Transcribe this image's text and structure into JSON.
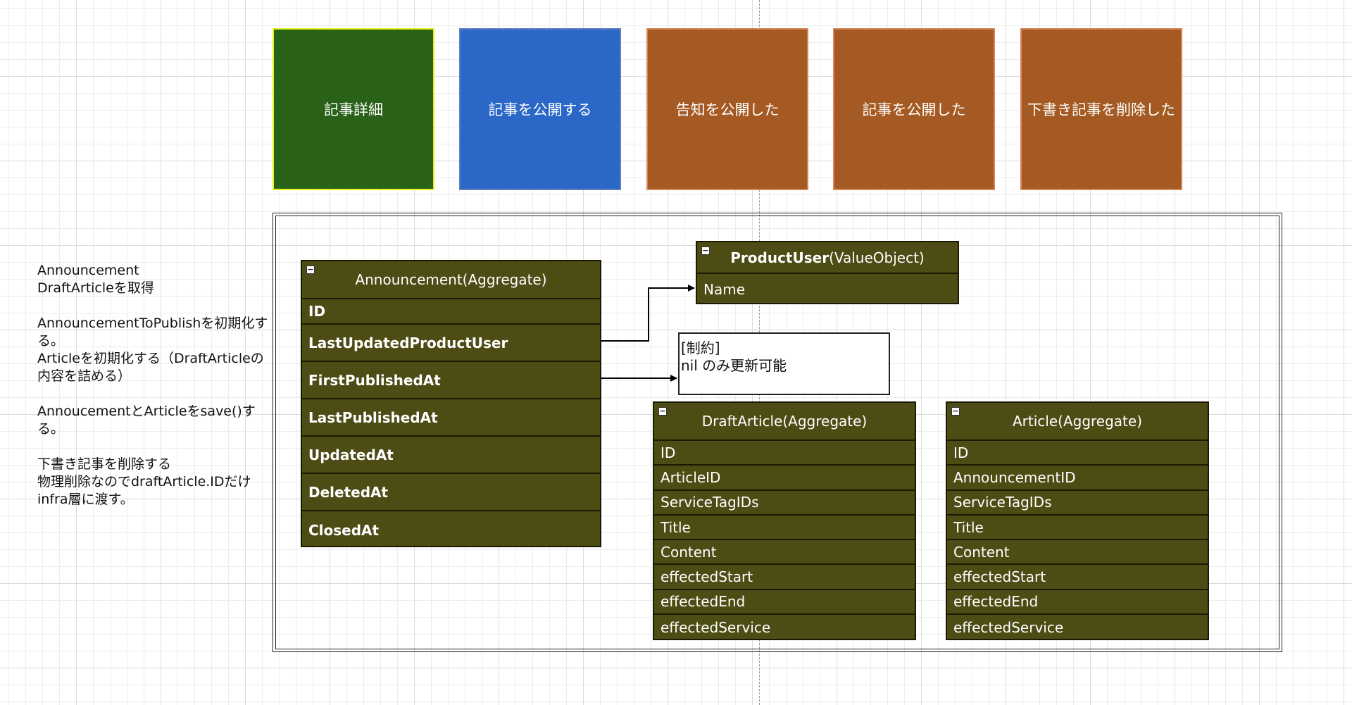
{
  "steps": [
    {
      "label": "記事詳細"
    },
    {
      "label": "記事を公開する"
    },
    {
      "label": "告知を公開した"
    },
    {
      "label": "記事を公開した"
    },
    {
      "label": "下書き記事を削除した"
    }
  ],
  "notes": [
    "Announcement\nDraftArticleを取得",
    "AnnouncementToPublishを初期化する。\nArticleを初期化する（DraftArticleの内容を詰める）",
    "AnnoucementとArticleをsave()する。",
    "下書き記事を削除する\n物理削除なのでdraftArticle.IDだけinfra層に渡す。"
  ],
  "announcement": {
    "title": "Announcement(Aggregate)",
    "fields": [
      "ID",
      "LastUpdatedProductUser",
      "FirstPublishedAt",
      "LastPublishedAt",
      "UpdatedAt",
      "DeletedAt",
      "ClosedAt"
    ]
  },
  "product_user": {
    "title_bold": "ProductUser",
    "title_rest": "(ValueObject)",
    "fields": [
      "Name"
    ]
  },
  "constraint": {
    "text": "[制約]\nnil のみ更新可能"
  },
  "draft_article": {
    "title": "DraftArticle(Aggregate)",
    "fields": [
      "ID",
      "ArticleID",
      "ServiceTagIDs",
      "Title",
      "Content",
      "effectedStart",
      "effectedEnd",
      "effectedService"
    ]
  },
  "article": {
    "title": "Article(Aggregate)",
    "fields": [
      "ID",
      "AnnouncementID",
      "ServiceTagIDs",
      "Title",
      "Content",
      "effectedStart",
      "effectedEnd",
      "effectedService"
    ]
  },
  "colors": {
    "step_green": "#2a6119",
    "step_blue": "#2b67c6",
    "step_orange": "#a45a22",
    "entity_fill": "#4d4c15"
  }
}
